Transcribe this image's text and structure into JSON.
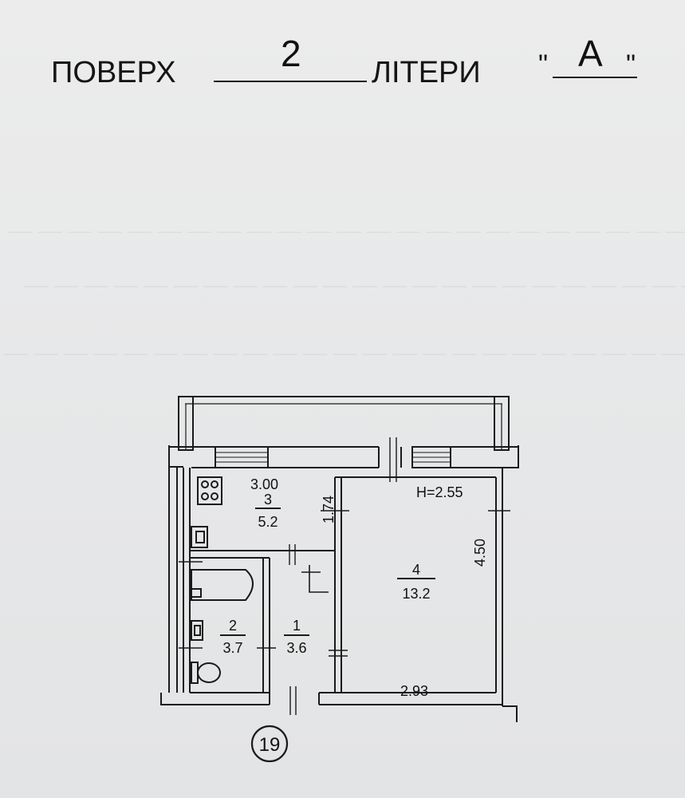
{
  "header": {
    "floor_label": "ПОВЕРХ",
    "floor_value": "2",
    "letter_label": "ЛІТЕРИ",
    "letter_open_quote": "\"",
    "letter_value": "А",
    "letter_close_quote": "\""
  },
  "plan": {
    "ceiling_height": "H=2.55",
    "apartment_number": "19",
    "rooms": [
      {
        "number": "1",
        "area": "3.6"
      },
      {
        "number": "2",
        "area": "3.7"
      },
      {
        "number": "3",
        "area": "5.2"
      },
      {
        "number": "4",
        "area": "13.2"
      }
    ],
    "dimensions": {
      "kitchen_width": "3.00",
      "kitchen_depth": "1.74",
      "room_depth": "4.50",
      "room_width": "2.93"
    }
  }
}
